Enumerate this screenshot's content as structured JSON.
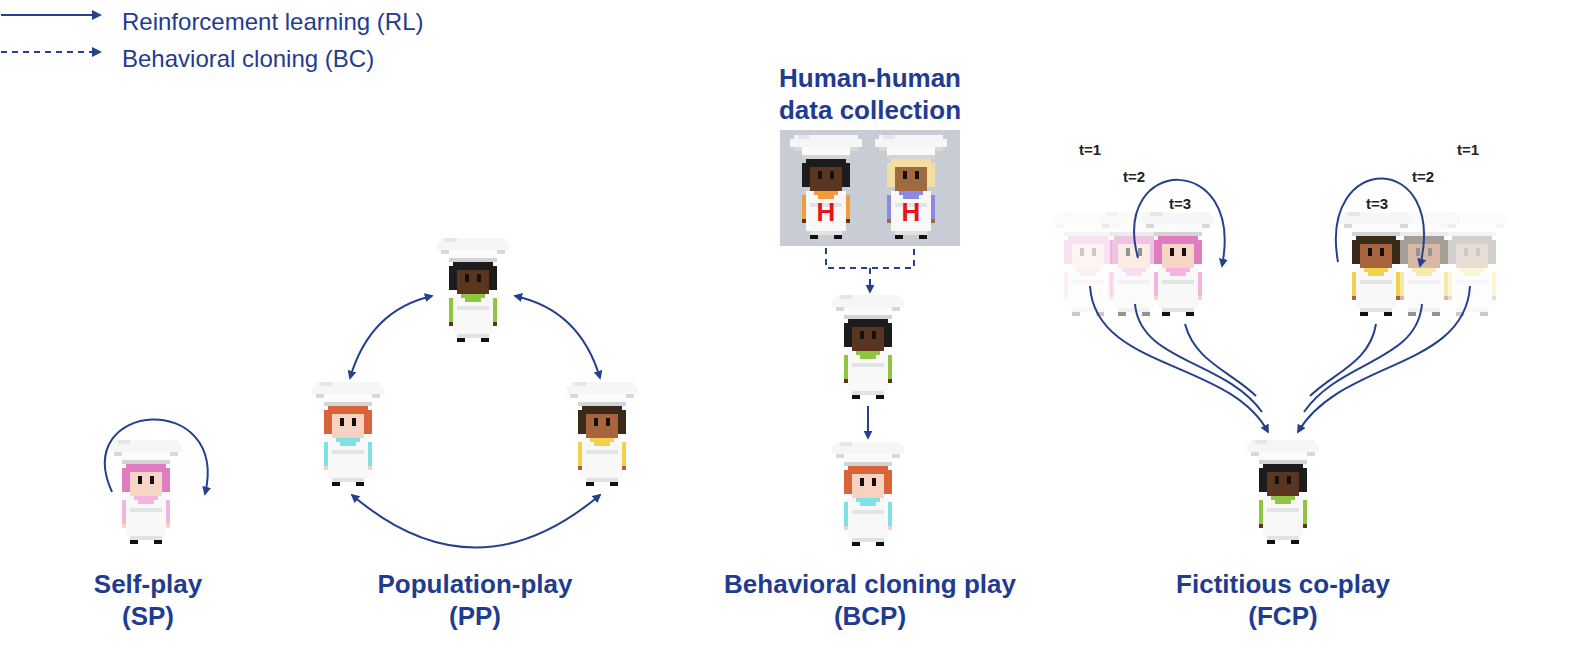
{
  "diagram": {
    "nodes": [
      {
        "text": [
          "Human-human data collection"
        ]
      },
      {
        "text": [
          "H"
        ],
        "in": 0
      },
      {
        "text": [
          "H"
        ],
        "in": 0
      }
    ],
    "labels": [
      "Self-play (SP)",
      "Population-play (PP)",
      "Behavioral cloning play (BCP)",
      "Fictitious co-play (FCP)",
      "t=1",
      "t=2",
      "t=3",
      "t=3",
      "t=2",
      "t=1"
    ],
    "legend": [
      {
        "text": "Reinforcement learning (RL)"
      },
      {
        "text": "Behavioral cloning (BC)"
      }
    ]
  }
}
